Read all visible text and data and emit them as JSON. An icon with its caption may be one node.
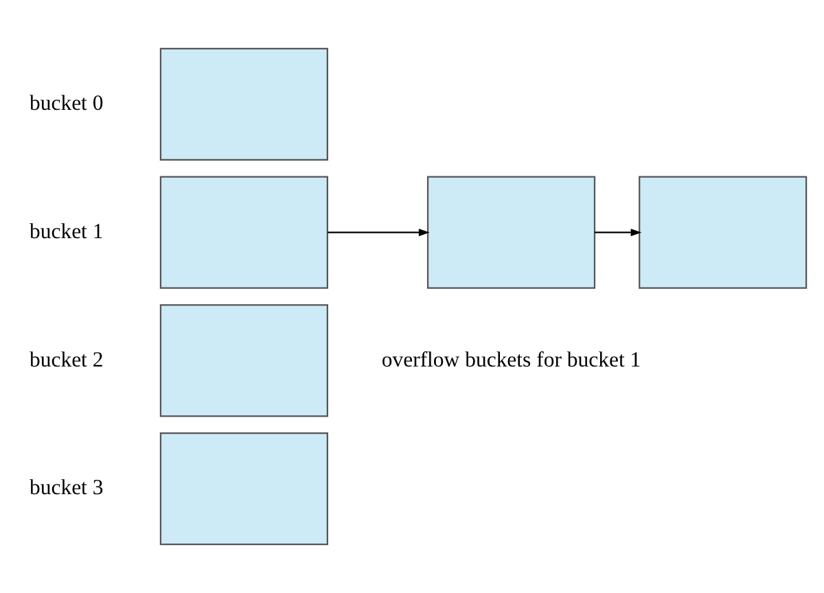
{
  "diagram": {
    "nodes": [
      {
        "text": [],
        "shape": "box",
        "beside": [
          "bucket 0"
        ]
      },
      {
        "text": [],
        "shape": "box",
        "beside": [
          "bucket 1"
        ]
      },
      {
        "text": [],
        "shape": "box",
        "beside": [
          "bucket 2"
        ]
      },
      {
        "text": [],
        "shape": "box",
        "beside": [
          "bucket 3"
        ]
      },
      {
        "text": [],
        "shape": "box"
      },
      {
        "text": [],
        "shape": "box"
      }
    ],
    "edges": [
      {
        "from": 1,
        "to": 4,
        "arrow": "to"
      },
      {
        "from": 4,
        "to": 5,
        "arrow": "to"
      }
    ],
    "labels": [
      "overflow buckets for bucket 1"
    ]
  }
}
